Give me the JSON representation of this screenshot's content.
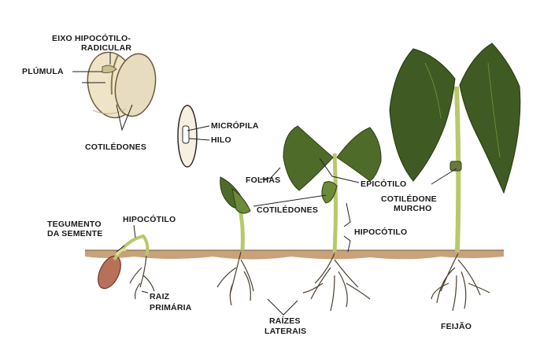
{
  "labels": {
    "eixo_line1": "EIXO HIPOCÓTILO-",
    "eixo_line2": "RADICULAR",
    "plumula": "PLÚMULA",
    "cotiledones_seed": "COTILÉDONES",
    "micropila": "MICRÓPILA",
    "hilo": "HILO",
    "folhas": "FOLHAS",
    "epicotilo": "EPICÓTILO",
    "cotiledones_plant": "COTILÉDONES",
    "cotiledone_murcho_1": "COTILÉDONE",
    "cotiledone_murcho_2": "MURCHO",
    "hipocotilo_plant": "HIPOCÓTILO",
    "tegumento_1": "TEGUMENTO",
    "tegumento_2": "DA SEMENTE",
    "hipocotilo_seedling": "HIPOCÓTILO",
    "raiz_1": "RAIZ",
    "raiz_2": "PRIMÁRIA",
    "raizes_1": "RAÍZES",
    "raizes_2": "LATERAIS",
    "feijao": "FEIJÃO"
  },
  "colors": {
    "soil": "#c9a27a",
    "leaf_dark": "#3f5a22",
    "leaf_mid": "#6b8a3a",
    "stem": "#b8c96a",
    "seed": "#efe4c8",
    "root": "#4a4030"
  }
}
